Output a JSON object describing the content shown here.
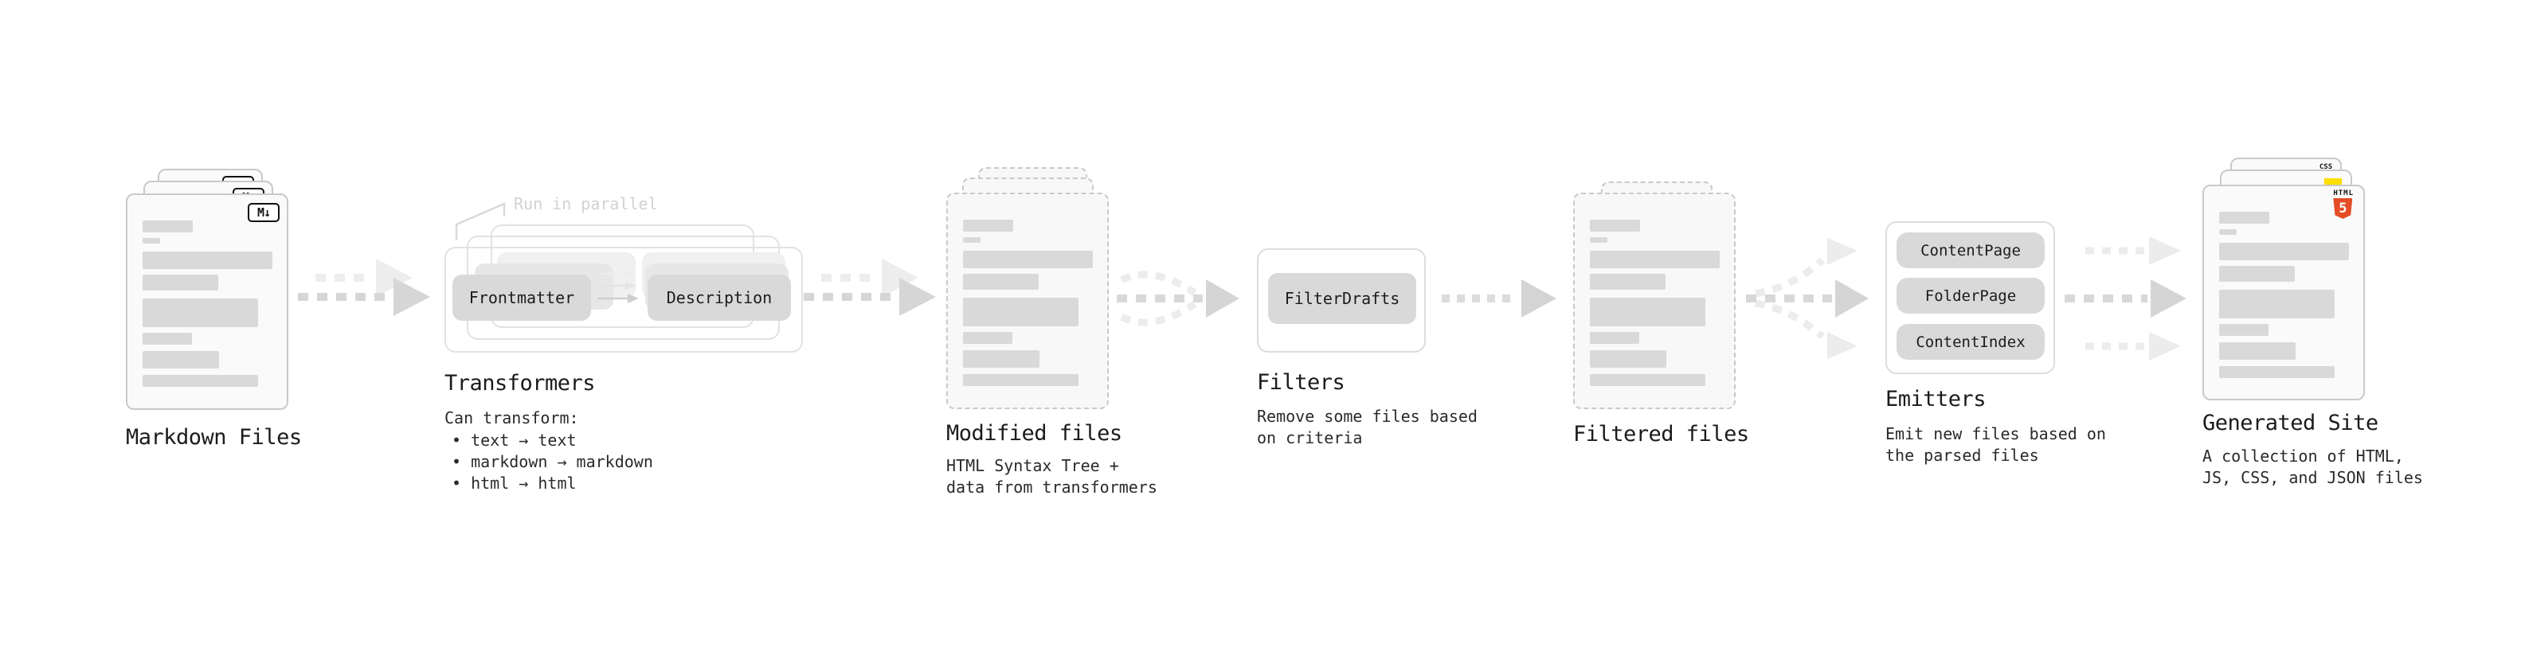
{
  "stages": {
    "markdown_files": {
      "label": "Markdown Files"
    },
    "transformers": {
      "annotation": "Run in parallel",
      "box_frontmatter": "Frontmatter",
      "box_description": "Description",
      "heading": "Transformers",
      "desc_intro": "Can transform:",
      "bullet_text": "• text → text",
      "bullet_markdown": "• markdown → markdown",
      "bullet_html": "• html → html"
    },
    "modified_files": {
      "heading": "Modified files",
      "desc_line1": "HTML Syntax Tree +",
      "desc_line2": "data from transformers"
    },
    "filters": {
      "box_filterdrafts": "FilterDrafts",
      "heading": "Filters",
      "desc_line1": "Remove some files based",
      "desc_line2": "on criteria"
    },
    "filtered_files": {
      "label": "Filtered files"
    },
    "emitters": {
      "box_contentpage": "ContentPage",
      "box_folderpage": "FolderPage",
      "box_contentindex": "ContentIndex",
      "heading": "Emitters",
      "desc_line1": "Emit new files based on",
      "desc_line2": "the parsed files"
    },
    "generated_site": {
      "heading": "Generated Site",
      "desc_line1": "A collection of HTML,",
      "desc_line2": "JS, CSS, and JSON files"
    }
  },
  "badges": {
    "markdown": "M↓",
    "css_label": "CSS",
    "html5_word": "HTML",
    "html5_number": "5"
  },
  "colors": {
    "html5_orange": "#e44d26",
    "js_yellow": "#ffdf00",
    "css_blue": "#2b66f6",
    "placeholder_gray": "#d9d9d9"
  }
}
